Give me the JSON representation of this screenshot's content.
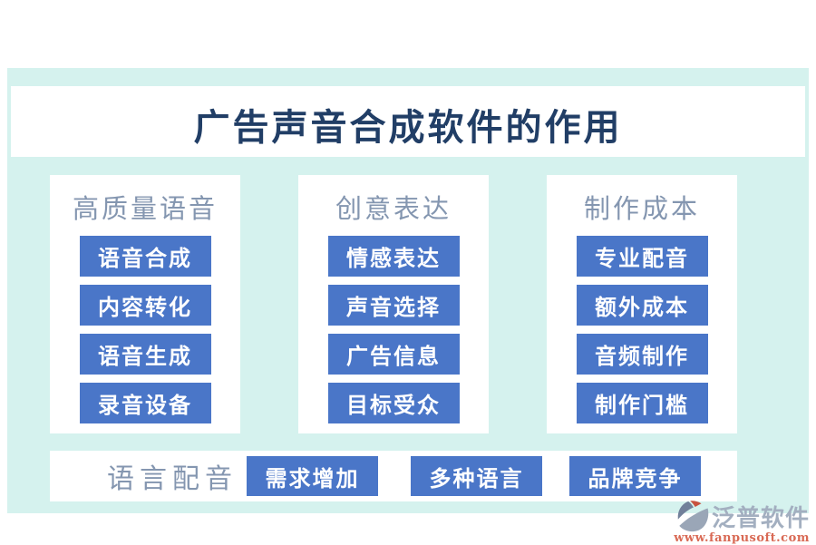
{
  "title": "广告声音合成软件的作用",
  "colors": {
    "band_background": "#d5f2ee",
    "card_background": "#ffffff",
    "button_blue": "#4a76c8",
    "button_text": "#ffffff",
    "title_text": "#213e66",
    "header_text": "#8496b0",
    "logo_name_text": "#a3afc0",
    "logo_url_text": "#d96a55"
  },
  "columns": [
    {
      "header": "高质量语音",
      "items": [
        "语音合成",
        "内容转化",
        "语音生成",
        "录音设备"
      ]
    },
    {
      "header": "创意表达",
      "items": [
        "情感表达",
        "声音选择",
        "广告信息",
        "目标受众"
      ]
    },
    {
      "header": "制作成本",
      "items": [
        "专业配音",
        "额外成本",
        "音频制作",
        "制作门槛"
      ]
    }
  ],
  "bottom_row": {
    "header": "语言配音",
    "items": [
      "需求增加",
      "多种语言",
      "品牌竞争"
    ]
  },
  "logo": {
    "icon": "fanpu-swoosh-icon",
    "name": "泛普软件",
    "url": "www.fanpusoft.com"
  }
}
